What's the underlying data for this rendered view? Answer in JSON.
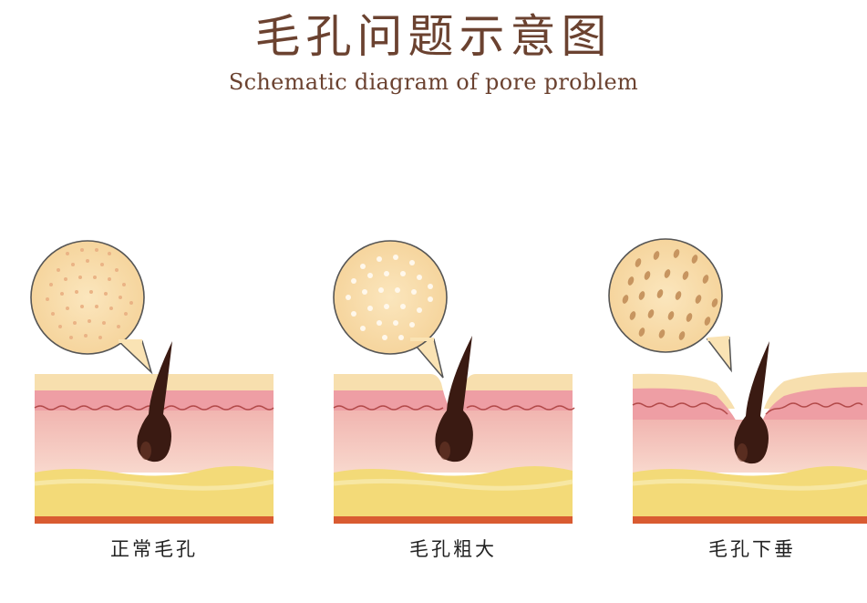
{
  "title": {
    "cn": "毛孔问题示意图",
    "en": "Schematic diagram of pore problem"
  },
  "panels": [
    {
      "label": "正常毛孔",
      "variant": "normal"
    },
    {
      "label": "毛孔粗大",
      "variant": "enlarged"
    },
    {
      "label": "毛孔下垂",
      "variant": "sagging"
    }
  ],
  "colors": {
    "title": "#6b4230",
    "epidermis": "#f7d9a8",
    "dermis_upper": "#ef9fa6",
    "dermis_lower": "#f7d3c9",
    "fat": "#f3dc7e",
    "bottom_line": "#d85c32",
    "hair": "#3a1a12",
    "magnifier_fill": "#fae3b4",
    "magnifier_dots_normal": "#eab385",
    "magnifier_dots_enlarged": "#fff8ec",
    "magnifier_spots_sagging": "#c79560"
  }
}
